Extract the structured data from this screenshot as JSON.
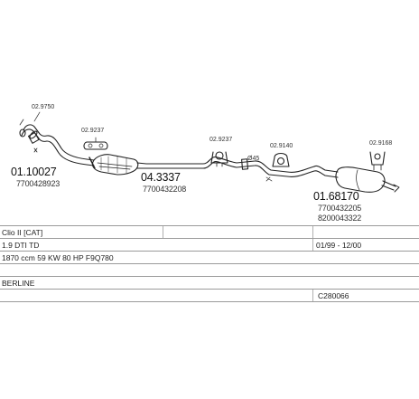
{
  "diagram": {
    "parts": [
      {
        "id": "front-pipe",
        "number": "01.10027",
        "oe_ref": "7700428923"
      },
      {
        "id": "catalyst",
        "number": "04.3337",
        "oe_ref": "7700432208"
      },
      {
        "id": "rear-silencer",
        "number": "01.68170",
        "oe_refs": [
          "7700432205",
          "8200043322"
        ]
      }
    ],
    "fittings": [
      {
        "id": "gasket",
        "number": "02.9750"
      },
      {
        "id": "clamp",
        "number": "02.9237"
      },
      {
        "id": "hanger-1",
        "number": "02.9237"
      },
      {
        "id": "hanger-2",
        "number": "02.9140"
      },
      {
        "id": "hanger-3",
        "number": "02.9168"
      }
    ],
    "pipe_diameter_label": "Ø45"
  },
  "table": {
    "model": "Clio II [CAT]",
    "engine": "1.9 DTI TD",
    "years": "01/99 - 12/00",
    "details": "1870 ccm 59 KW 80 HP F9Q780",
    "body": "BERLINE",
    "code": "C280066"
  }
}
